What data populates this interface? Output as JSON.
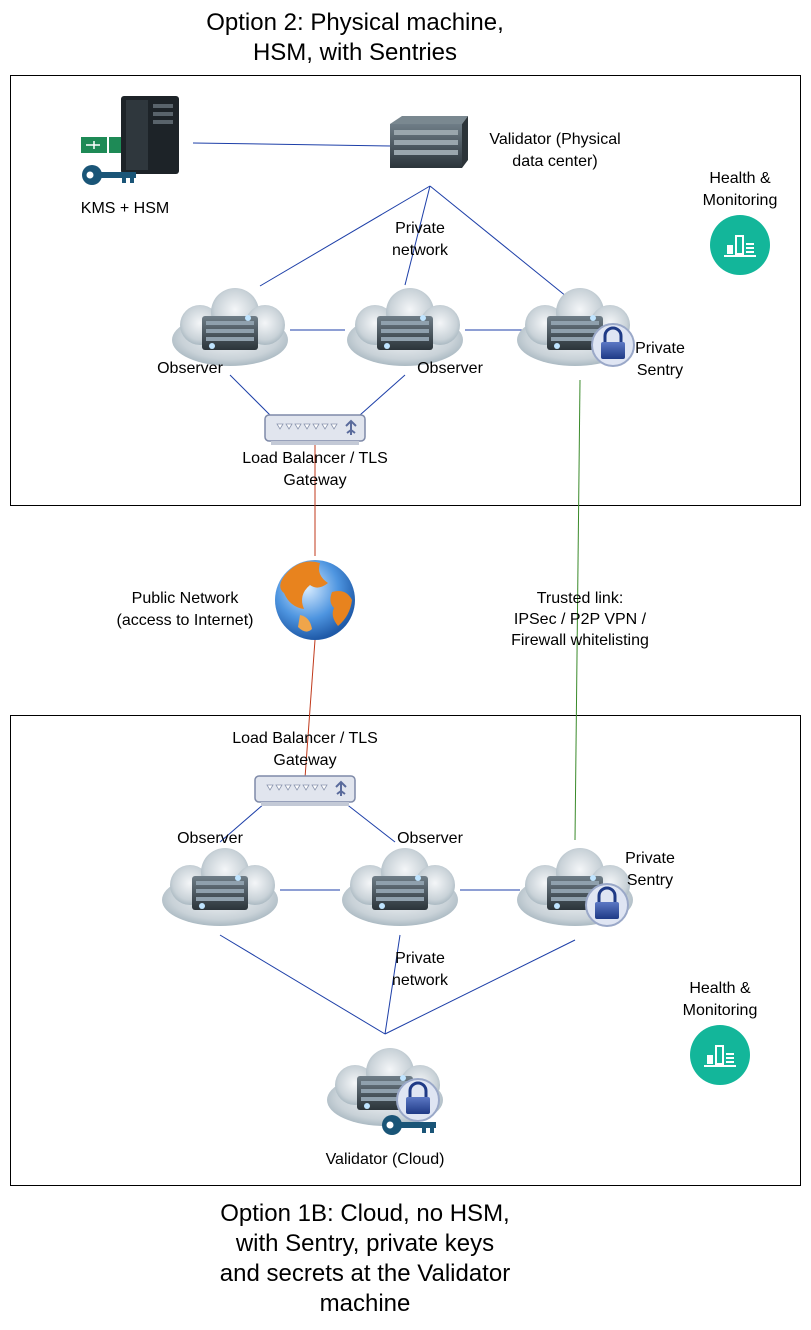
{
  "titles": {
    "option2": [
      "Option 2: Physical machine,",
      "HSM, with Sentries"
    ],
    "option1b": [
      "Option 1B: Cloud, no HSM,",
      "with Sentry, private keys",
      "and secrets at the Validator",
      "machine"
    ]
  },
  "top": {
    "kms": "KMS + HSM",
    "validator": [
      "Validator (Physical",
      "data center)"
    ],
    "private_network": [
      "Private",
      "network"
    ],
    "health": [
      "Health &",
      "Monitoring"
    ],
    "observer_left": "Observer",
    "observer_right": "Observer",
    "sentry": [
      "Private",
      "Sentry"
    ],
    "load_balancer": [
      "Load Balancer / TLS",
      "Gateway"
    ]
  },
  "middle": {
    "public_network": [
      "Public Network",
      "(access to Internet)"
    ],
    "trusted_link": [
      "Trusted link:",
      "IPSec / P2P VPN /",
      "Firewall whitelisting"
    ]
  },
  "bottom": {
    "load_balancer": [
      "Load Balancer / TLS",
      "Gateway"
    ],
    "observer_left": "Observer",
    "observer_right": "Observer",
    "sentry": [
      "Private",
      "Sentry"
    ],
    "private_network": [
      "Private",
      "network"
    ],
    "health": [
      "Health &",
      "Monitoring"
    ],
    "validator": "Validator (Cloud)"
  },
  "colors": {
    "private_link": "#1d3fa8",
    "public_link": "#c0391b",
    "trusted_link": "#3a8a2a",
    "health": "#13b69a"
  }
}
